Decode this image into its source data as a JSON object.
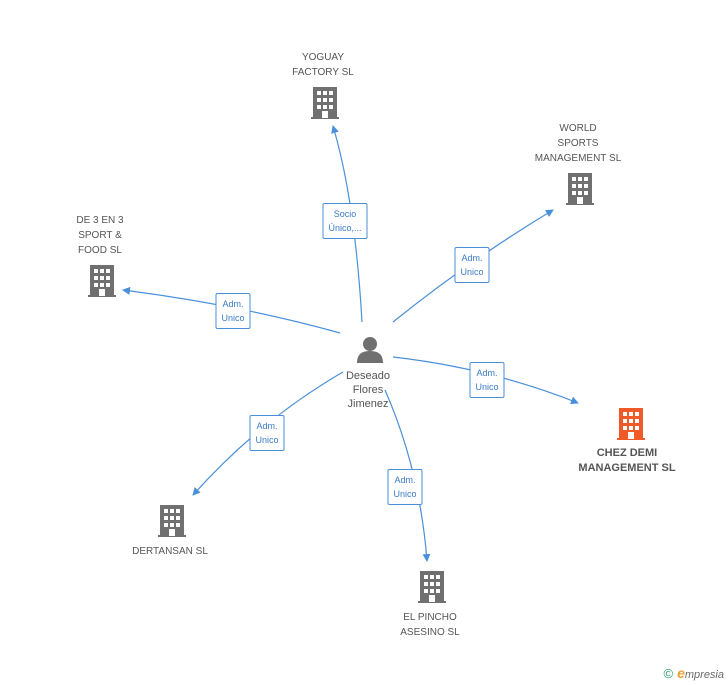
{
  "center": {
    "name_lines": [
      "Deseado",
      "Flores",
      "Jimenez"
    ],
    "icon": "person-icon"
  },
  "companies": [
    {
      "id": "yoguay",
      "label_lines": [
        "YOGUAY",
        "FACTORY SL"
      ],
      "icon": "building-icon",
      "color": "#707070",
      "highlight": false
    },
    {
      "id": "world",
      "label_lines": [
        "WORLD",
        "SPORTS",
        "MANAGEMENT SL"
      ],
      "icon": "building-icon",
      "color": "#707070",
      "highlight": false
    },
    {
      "id": "de3en3",
      "label_lines": [
        "DE 3 EN 3",
        "SPORT &",
        "FOOD SL"
      ],
      "icon": "building-icon",
      "color": "#707070",
      "highlight": false
    },
    {
      "id": "chezdemi",
      "label_lines": [
        "CHEZ DEMI",
        "MANAGEMENT SL"
      ],
      "icon": "building-icon",
      "color": "#f05a28",
      "highlight": true
    },
    {
      "id": "dertansan",
      "label_lines": [
        "DERTANSAN SL"
      ],
      "icon": "building-icon",
      "color": "#707070",
      "highlight": false
    },
    {
      "id": "elpincho",
      "label_lines": [
        "EL PINCHO",
        "ASESINO SL"
      ],
      "icon": "building-icon",
      "color": "#707070",
      "highlight": false
    }
  ],
  "relations": [
    {
      "target": "yoguay",
      "label_lines": [
        "Socio",
        "Único,..."
      ]
    },
    {
      "target": "world",
      "label_lines": [
        "Adm.",
        "Unico"
      ]
    },
    {
      "target": "de3en3",
      "label_lines": [
        "Adm.",
        "Unico"
      ]
    },
    {
      "target": "chezdemi",
      "label_lines": [
        "Adm.",
        "Unico"
      ]
    },
    {
      "target": "dertansan",
      "label_lines": [
        "Adm.",
        "Unico"
      ]
    },
    {
      "target": "elpincho",
      "label_lines": [
        "Adm.",
        "Unico"
      ]
    }
  ],
  "colors": {
    "edge": "#4a90d9",
    "edge_text": "#3a7bc8",
    "icon": "#707070",
    "highlight": "#f05a28"
  },
  "footer": {
    "copyright": "©",
    "brand_initial": "e",
    "brand_rest": "mpresia"
  }
}
